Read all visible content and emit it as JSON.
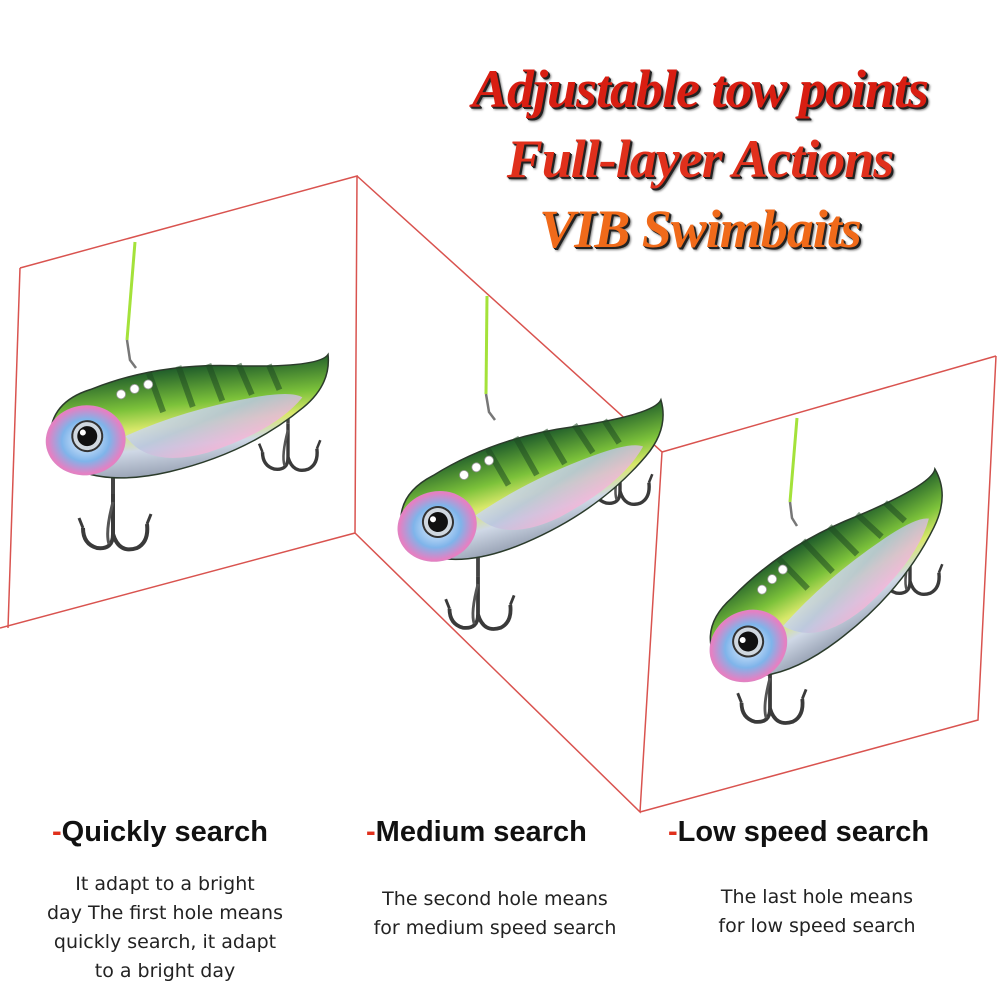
{
  "headline": {
    "line1": "Adjustable tow points",
    "line2": "Full-layer Actions",
    "line3": "VIB Swimbaits"
  },
  "colors": {
    "frame_line": "#d9534f",
    "headline_red": "#d81e12",
    "headline_orange": "#f06a1a",
    "dash_red": "#e0301c",
    "lure_green": "#2e8b3a",
    "line_green": "#a4e23a"
  },
  "modes": [
    {
      "dash": "-",
      "title": "Quickly search",
      "desc": [
        "It adapt to a bright",
        "day The first hole means",
        "quickly search, it adapt",
        "to a bright day"
      ]
    },
    {
      "dash": "-",
      "title": "Medium search",
      "desc": [
        "The second hole means",
        "for medium speed search"
      ]
    },
    {
      "dash": "-",
      "title": "Low speed search",
      "desc": [
        "The last hole means",
        "for low speed search"
      ]
    }
  ]
}
